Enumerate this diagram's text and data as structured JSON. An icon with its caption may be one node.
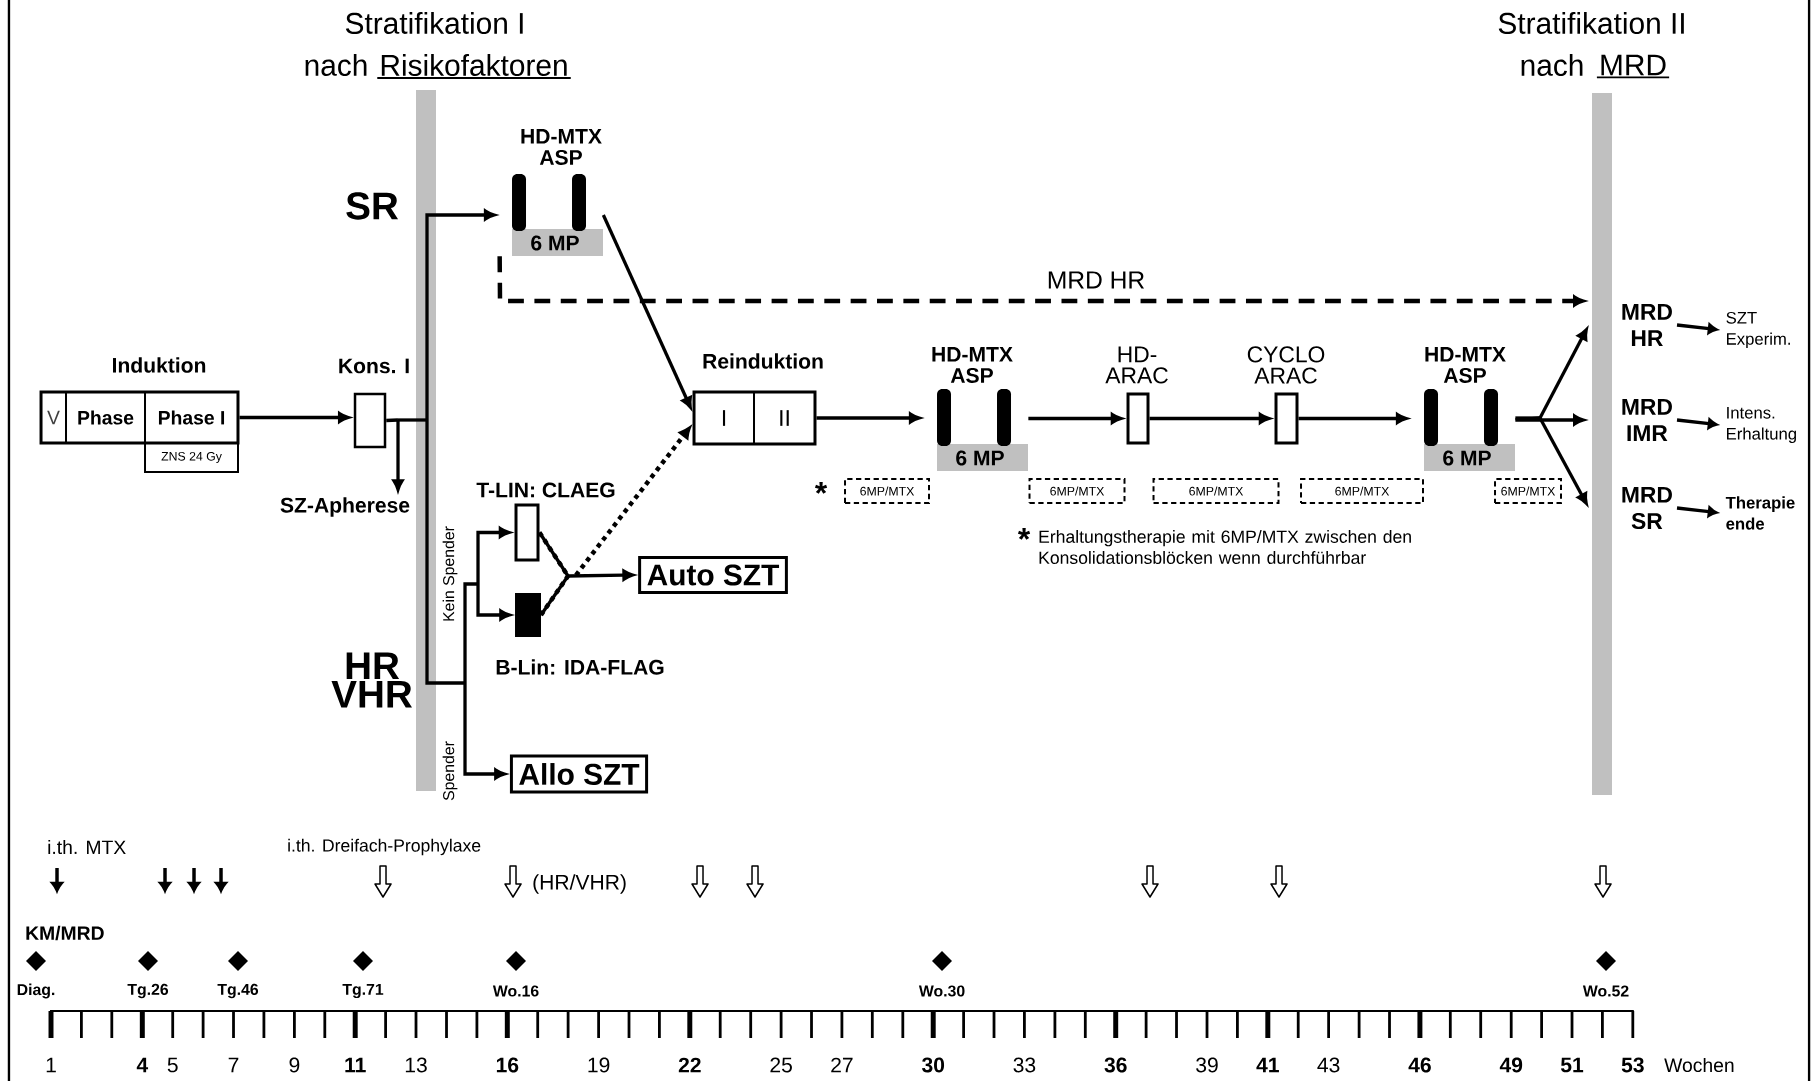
{
  "diagram": {
    "nodes": [
      {
        "text": [
          "Induktion"
        ]
      },
      {
        "text": [
          "V"
        ],
        "in": 0
      },
      {
        "text": [
          "Phase"
        ],
        "in": 0
      },
      {
        "text": [
          "Phase I"
        ],
        "in": 0
      },
      {
        "text": [
          "ZNS 24 Gy"
        ]
      },
      {
        "text": [
          "Kons. I"
        ]
      },
      {
        "text": [
          "SZ-Apherese"
        ]
      },
      {
        "text": [
          "HD-MTX ASP",
          "6 MP"
        ]
      },
      {
        "text": [
          "T-LIN: CLAEG"
        ]
      },
      {
        "text": [
          "B-Lin: IDA-FLAG"
        ]
      },
      {
        "text": [
          "Auto SZT"
        ]
      },
      {
        "text": [
          "Allo SZT"
        ]
      },
      {
        "text": [
          "Reinduktion"
        ]
      },
      {
        "text": [
          "I"
        ],
        "in": 12
      },
      {
        "text": [
          "II"
        ],
        "in": 12
      },
      {
        "text": [
          "HD-MTX ASP",
          "6 MP"
        ]
      },
      {
        "text": [
          "HD- ARAC"
        ]
      },
      {
        "text": [
          "CYCLO ARAC"
        ]
      },
      {
        "text": [
          "HD-MTX ASP",
          "6 MP"
        ]
      },
      {
        "text": [
          "MRD HR"
        ]
      },
      {
        "text": [
          "MRD IMR"
        ]
      },
      {
        "text": [
          "MRD SR"
        ]
      },
      {
        "text": [
          "SZT Experim."
        ]
      },
      {
        "text": [
          "Intens. Erhaltung"
        ]
      },
      {
        "text": [
          "Therapie ende"
        ]
      },
      {
        "text": [
          "6MP/MTX"
        ]
      },
      {
        "text": [
          "6MP/MTX"
        ]
      },
      {
        "text": [
          "6MP/MTX"
        ]
      },
      {
        "text": [
          "6MP/MTX"
        ]
      },
      {
        "text": [
          "6MP/MTX"
        ]
      }
    ],
    "edges": [
      {
        "from": 0,
        "to": 5,
        "arrow": "to"
      },
      {
        "from": 5,
        "to": 6,
        "arrow": "to"
      },
      {
        "from": 5,
        "to": 7,
        "arrow": "to"
      },
      {
        "from": 5,
        "to": 8,
        "arrow": "to",
        "label": "Kein Spender"
      },
      {
        "from": 5,
        "to": 9,
        "arrow": "to"
      },
      {
        "from": 5,
        "to": 11,
        "arrow": "to",
        "label": "Spender"
      },
      {
        "from": 7,
        "to": 12,
        "arrow": "to"
      },
      {
        "from": 7,
        "to": 19,
        "arrow": "to",
        "style": "dashed",
        "label": "MRD HR"
      },
      {
        "from": 8,
        "to": 10,
        "arrow": "to"
      },
      {
        "from": 9,
        "to": 10,
        "arrow": "to"
      },
      {
        "from": 8,
        "to": 12,
        "arrow": "to",
        "style": "dashed"
      },
      {
        "from": 9,
        "to": 12,
        "arrow": "to",
        "style": "dashed"
      },
      {
        "from": 12,
        "to": 15,
        "arrow": "to"
      },
      {
        "from": 15,
        "to": 16,
        "arrow": "to"
      },
      {
        "from": 16,
        "to": 17,
        "arrow": "to"
      },
      {
        "from": 17,
        "to": 18,
        "arrow": "to"
      },
      {
        "from": 18,
        "to": 19,
        "arrow": "to"
      },
      {
        "from": 18,
        "to": 20,
        "arrow": "to"
      },
      {
        "from": 18,
        "to": 21,
        "arrow": "to"
      },
      {
        "from": 19,
        "to": 22,
        "arrow": "to"
      },
      {
        "from": 20,
        "to": 23,
        "arrow": "to"
      },
      {
        "from": 21,
        "to": 24,
        "arrow": "to"
      }
    ],
    "labels": [
      "Stratifikation I",
      "nach",
      "Risikofaktoren",
      "Stratifikation II",
      "nach",
      "MRD",
      "SR",
      "HR VHR",
      "*",
      "*",
      "Erhaltungstherapie mit 6MP/MTX zwischen den Konsolidationsblöcken wenn durchführbar",
      "i.th. MTX",
      "i.th. Dreifach-Prophylaxe",
      "(HR/VHR)",
      "KM/MRD",
      "Diag.",
      "Tg.26",
      "Tg.46",
      "Tg.71",
      "Wo.16",
      "Wo.30",
      "Wo.52",
      "1",
      "4",
      "5",
      "7",
      "9",
      "11",
      "13",
      "16",
      "19",
      "22",
      "25",
      "27",
      "30",
      "33",
      "36",
      "39",
      "41",
      "43",
      "46",
      "49",
      "51",
      "53",
      "Wochen"
    ]
  }
}
